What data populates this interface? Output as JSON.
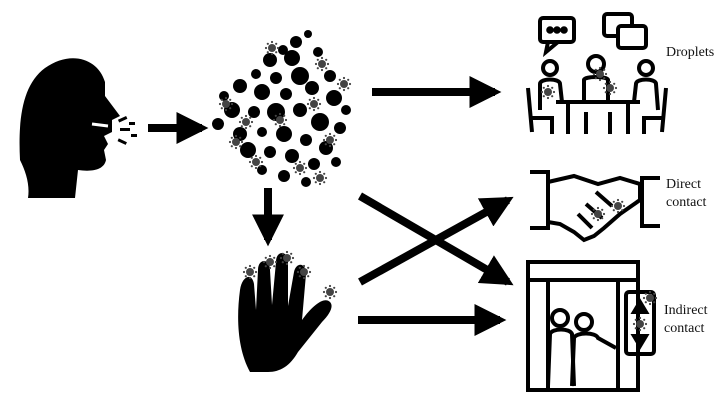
{
  "colors": {
    "ink": "#000000",
    "background": "#ffffff"
  },
  "icons": {
    "source": "coughing-head-icon",
    "cloud": "virus-droplet-cloud-icon",
    "hand": "contaminated-hand-icon",
    "droplets_scene": "people-meeting-table-icon",
    "direct_scene": "handshake-icon",
    "indirect_scene": "elevator-people-icon"
  },
  "labels": {
    "droplets": "Droplets",
    "direct_line1": "Direct",
    "direct_line2": "contact",
    "indirect_line1": "Indirect",
    "indirect_line2": "contact"
  }
}
